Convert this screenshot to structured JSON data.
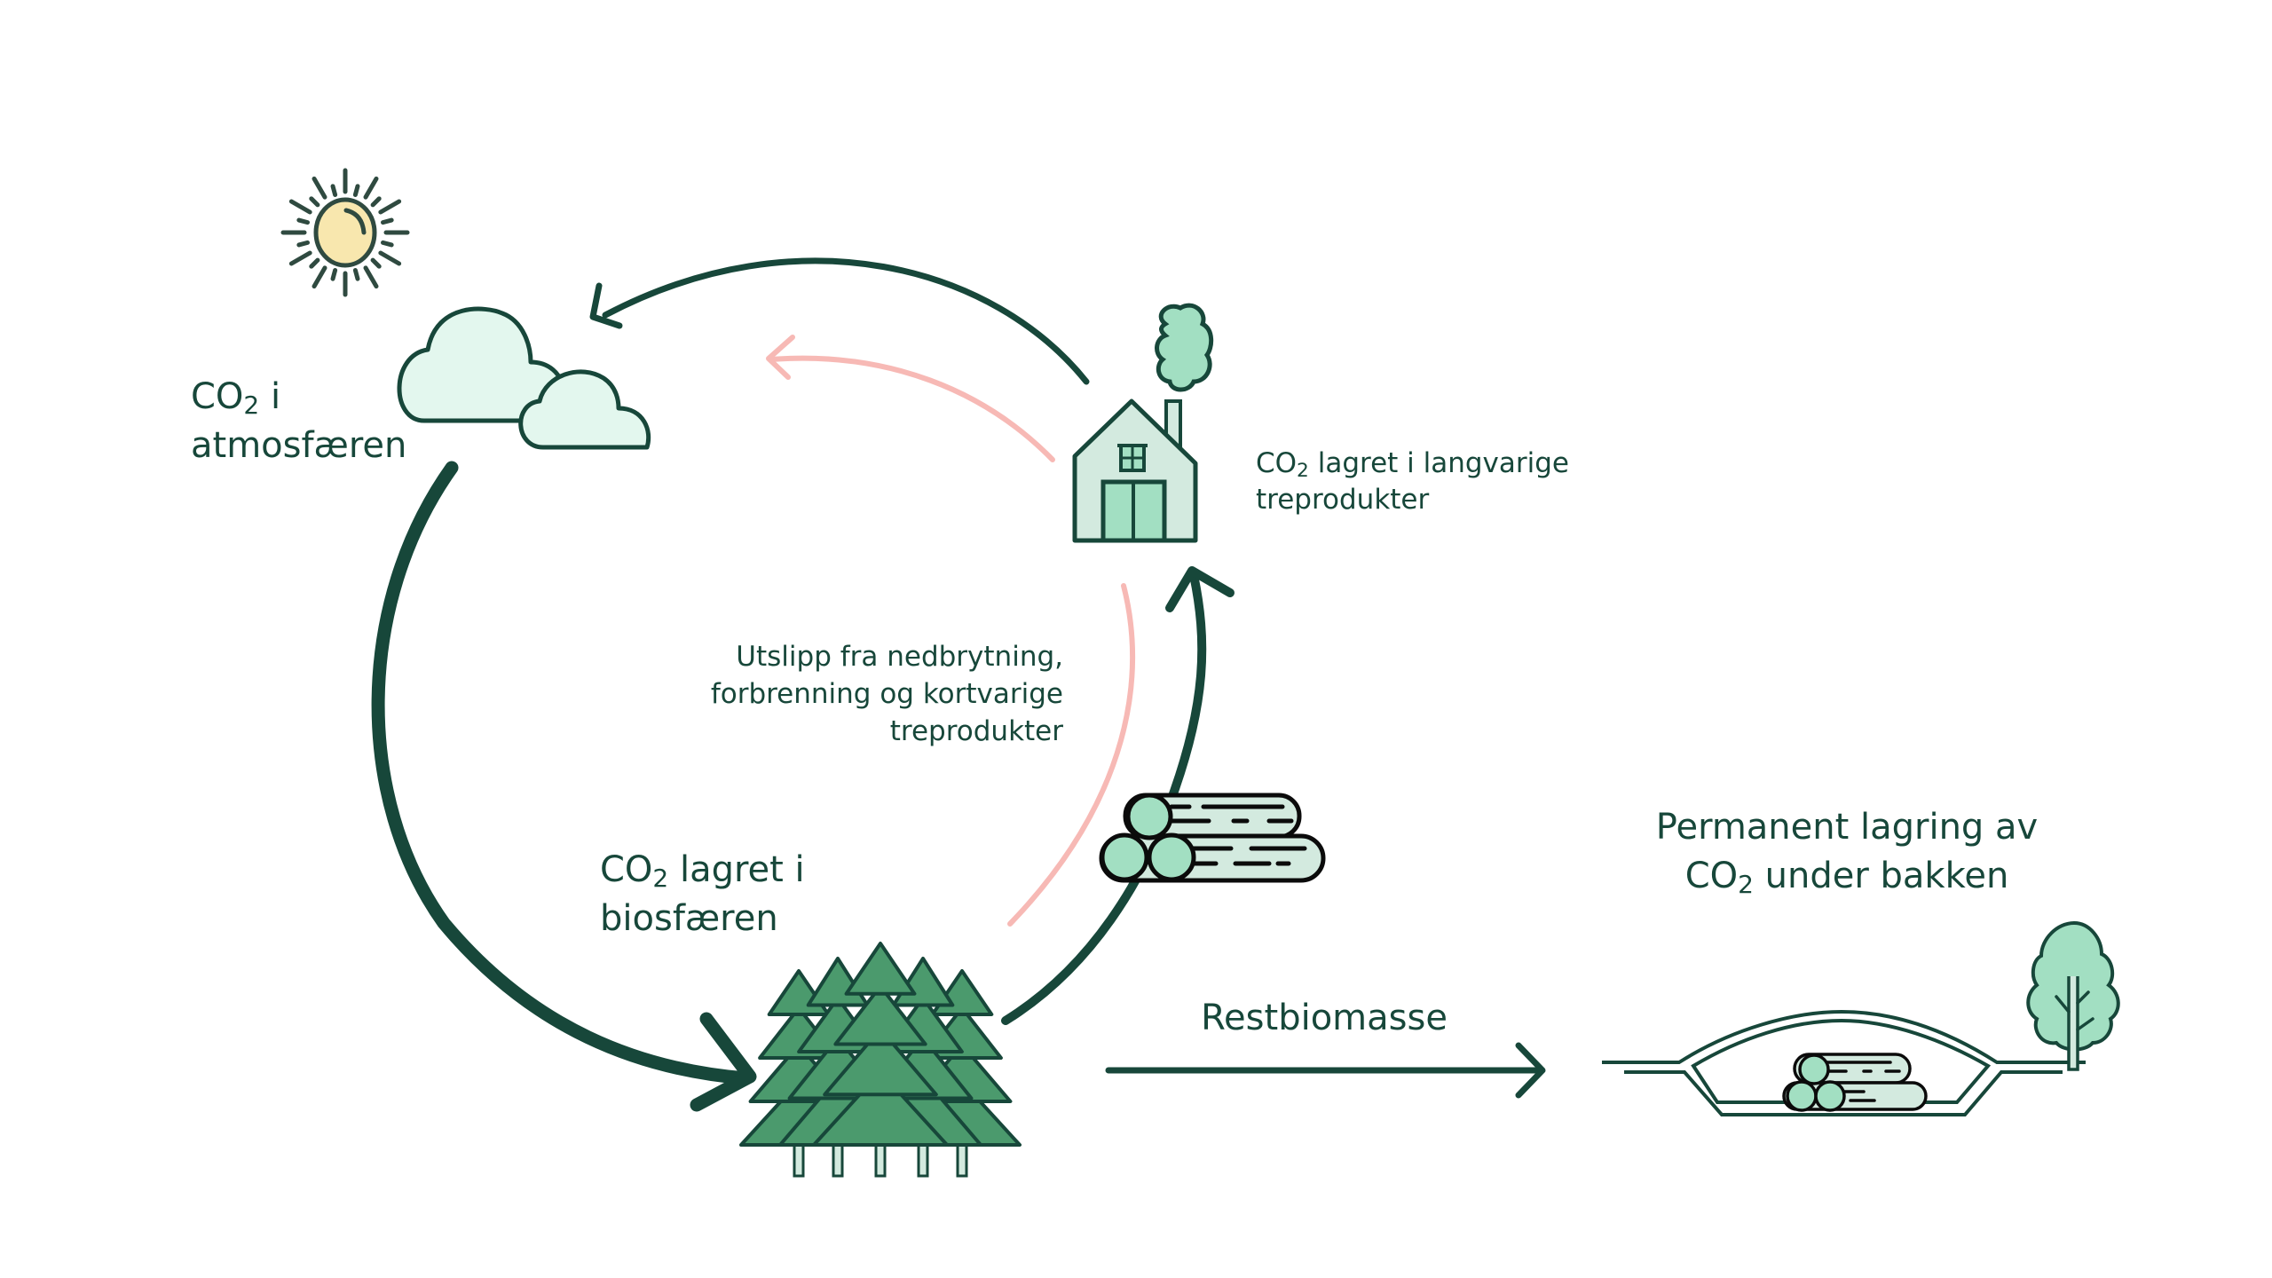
{
  "colors": {
    "dark_green": "#17473a",
    "pink_arrow": "#f7b9b5",
    "sun_fill": "#f8e7ae",
    "sun_stroke": "#2f4a40",
    "cloud_fill": "#e3f7ee",
    "house_fill": "#d3eadf",
    "accent_mint": "#a2dfc2",
    "tree_fill": "#4b9a6d",
    "trunk_fill": "#d3eadf",
    "log_outline": "#0b0b0b",
    "background": "#ffffff"
  },
  "labels": {
    "atmosphere": {
      "line1_prefix": "CO",
      "line1_sub": "2",
      "line1_suffix": " i",
      "line2": "atmosfæren"
    },
    "long_lived": {
      "line1_prefix": "CO",
      "line1_sub": "2",
      "line1_suffix": " lagret i langvarige",
      "line2": "treprodukter"
    },
    "emissions": {
      "line1": "Utslipp fra nedbrytning,",
      "line2": "forbrenning og kortvarige",
      "line3": "treprodukter"
    },
    "biosphere": {
      "line1_prefix": "CO",
      "line1_sub": "2",
      "line1_suffix": " lagret i",
      "line2": "biosfæren"
    },
    "residual": {
      "text": "Restbiomasse"
    },
    "permanent": {
      "line1": "Permanent lagring av",
      "line2_prefix": "CO",
      "line2_sub": "2",
      "line2_suffix": " under bakken"
    }
  },
  "icons": {
    "sun": "sun-icon",
    "clouds": "clouds-icon",
    "house": "house-icon",
    "smoke": "smoke-icon",
    "logs": "log-pile-icon",
    "forest": "forest-icon",
    "underground": "underground-storage-icon",
    "tree": "deciduous-tree-icon"
  },
  "flows": [
    {
      "from": "atmosphere",
      "to": "biosphere",
      "style": "dark"
    },
    {
      "from": "biosphere",
      "to": "long_lived_products",
      "style": "dark"
    },
    {
      "from": "long_lived_products",
      "to": "atmosphere",
      "style": "dark"
    },
    {
      "from": "biosphere",
      "to": "atmosphere",
      "style": "pink",
      "label": "emissions"
    },
    {
      "from": "biosphere",
      "to": "permanent_storage",
      "style": "dark",
      "label": "residual"
    }
  ]
}
